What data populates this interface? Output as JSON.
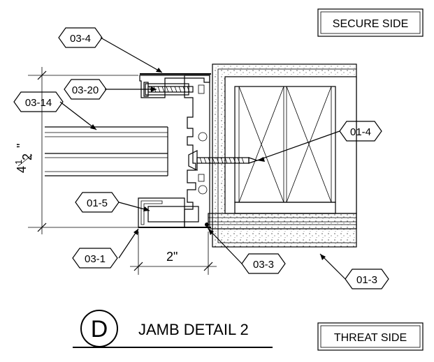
{
  "side_labels": {
    "secure": "SECURE SIDE",
    "threat": "THREAT SIDE"
  },
  "callouts": {
    "c03_4": "03-4",
    "c03_20": "03-20",
    "c03_14": "03-14",
    "c01_4": "01-4",
    "c01_5": "01-5",
    "c03_1": "03-1",
    "c03_3": "03-3",
    "c01_3": "01-3"
  },
  "dimensions": {
    "height_whole": "4",
    "height_num": "1",
    "height_den": "2",
    "height_unit": "\"",
    "width": "2\""
  },
  "title": {
    "letter": "D",
    "text": "JAMB DETAIL 2"
  }
}
